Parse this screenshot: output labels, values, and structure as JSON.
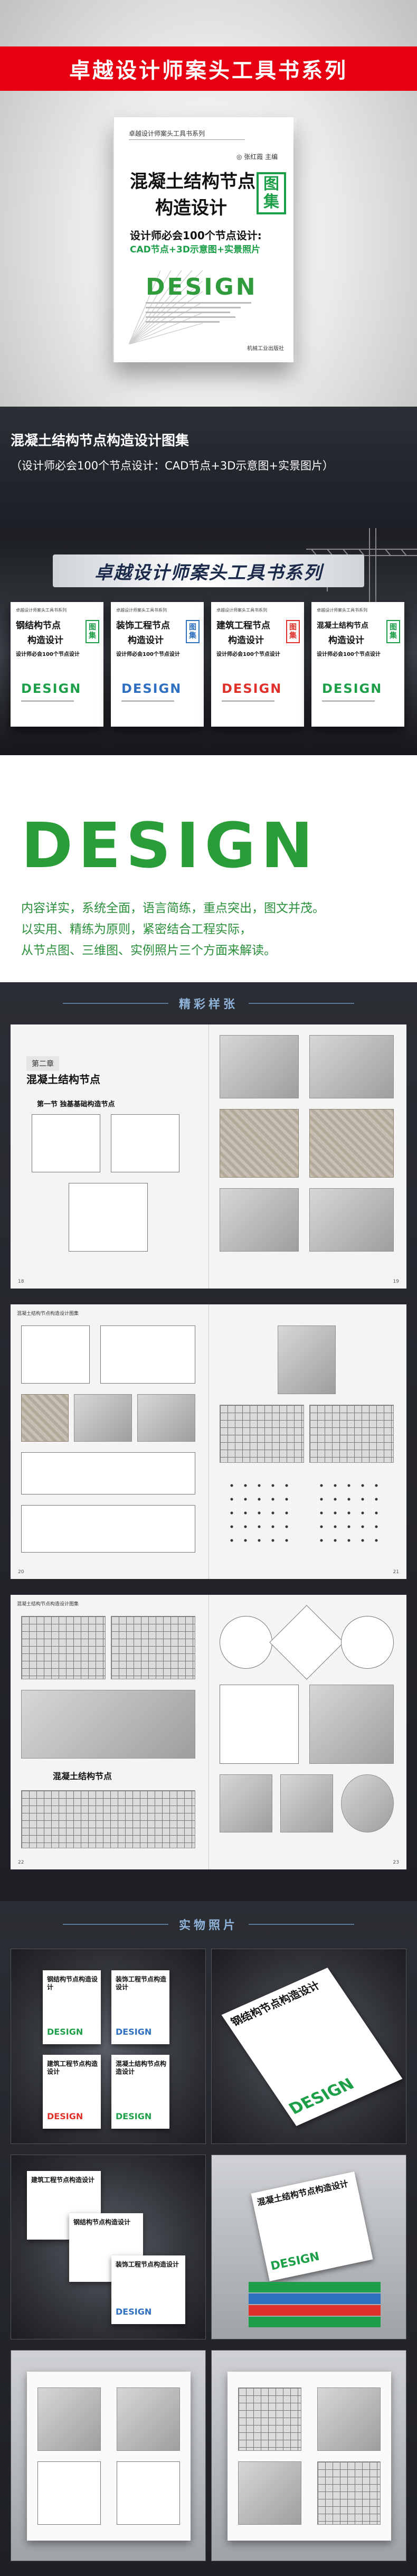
{
  "hero": {
    "banner_title": "卓越设计师案头工具书系列",
    "book": {
      "series": "卓越设计师案头工具书系列",
      "title_line1": "混凝土结构节点",
      "title_line2": "构造设计",
      "tag_line1": "图",
      "tag_line2": "集",
      "subtitle": "设计师必会100个节点设计:",
      "subtitle2": "CAD节点+3D示意图+实景照片",
      "author": "◎ 张红霞  主编",
      "design_word": "DESIGN",
      "publisher": "机械工业出版社"
    },
    "band_title": "混凝土结构节点构造设计图集",
    "band_subtitle": "（设计师必会100个节点设计：CAD节点+3D示意图+实景图片）"
  },
  "series": {
    "title": "卓越设计师案头工具书系列",
    "books": [
      {
        "series": "卓越设计师案头工具书系列",
        "title1": "钢结构节点",
        "title2": "构造设计",
        "tag1": "图",
        "tag2": "集",
        "sub": "设计师必会100个节点设计",
        "design": "DESIGN",
        "color": "#1d9e48"
      },
      {
        "series": "卓越设计师案头工具书系列",
        "title1": "装饰工程节点",
        "title2": "构造设计",
        "tag1": "图",
        "tag2": "集",
        "sub": "设计师必会100个节点设计",
        "design": "DESIGN",
        "color": "#2f6fc0"
      },
      {
        "series": "卓越设计师案头工具书系列",
        "title1": "建筑工程节点",
        "title2": "构造设计",
        "tag1": "图",
        "tag2": "集",
        "sub": "设计师必会100个节点设计",
        "design": "DESIGN",
        "color": "#e0302a"
      },
      {
        "series": "卓越设计师案头工具书系列",
        "title1": "混凝土结构节点",
        "title2": "构造设计",
        "tag1": "图",
        "tag2": "集",
        "sub": "设计师必会100个节点设计",
        "design": "DESIGN",
        "color": "#1d9e48"
      }
    ]
  },
  "design_section": {
    "big_word": "DESIGN",
    "lines": [
      "内容详实，系统全面，语言简练，重点突出，图文并茂。",
      "以实用、精练为原则，紧密结合工程实际，",
      "从节点图、三维图、实例照片三个方面来解读。"
    ]
  },
  "samples": {
    "heading": "精彩样张",
    "spread1": {
      "chapter": "第二章",
      "chapter_title": "混凝土结构节点",
      "section": "第一节  独基基础构造节点",
      "page_left": "18",
      "page_right": "19"
    },
    "spread2": {
      "header": "混凝土结构节点构造设计图集",
      "page_left": "20",
      "page_right": "21"
    },
    "spread3": {
      "header": "混凝土结构节点构造设计图集",
      "chapter_title": "混凝土结构节点",
      "page_left": "22",
      "page_right": "23"
    }
  },
  "photos": {
    "heading": "实物照片",
    "photo_book_titles": [
      "钢结构节点构造设计",
      "装饰工程节点构造设计",
      "建筑工程节点构造设计",
      "混凝土结构节点构造设计"
    ],
    "photo_design": "DESIGN"
  },
  "colors": {
    "brand_red": "#e60012",
    "design_green": "#2a9d39",
    "ribbon_blue": "#8fb3d9"
  }
}
